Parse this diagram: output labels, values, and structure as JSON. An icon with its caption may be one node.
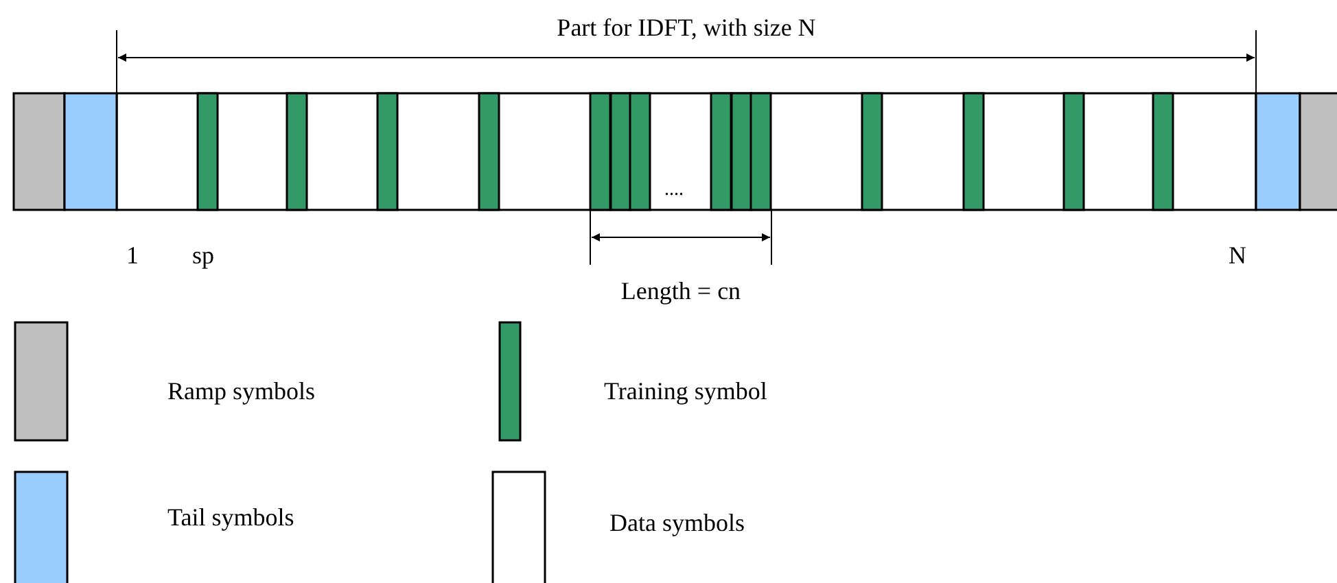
{
  "diagram": {
    "labels": [
      "Part for IDFT, with size N",
      "....",
      "1",
      "sp",
      "N",
      "Length = cn"
    ],
    "legend": [
      {
        "text": "Ramp symbols",
        "color": "#c0c0c0"
      },
      {
        "text": "Training symbol",
        "color": "#339966"
      },
      {
        "text": "Tail symbols",
        "color": "#99ccff"
      },
      {
        "text": "Data symbols",
        "color": "#ffffff"
      }
    ]
  }
}
